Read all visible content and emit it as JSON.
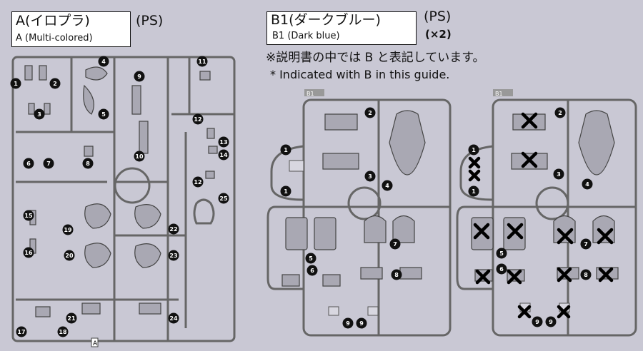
{
  "sheet_a": {
    "title": "A(イロプラ)",
    "subtitle": "A  (Multi-colored)",
    "material": "(PS)"
  },
  "sheet_b": {
    "title": "B1(ダークブルー)",
    "subtitle": "B1  (Dark blue)",
    "material": "(PS)",
    "quantity": "(×2)"
  },
  "note": {
    "jp": "※説明書の中では B と表記しています。",
    "en": "* Indicated with B in this guide."
  },
  "runner_a": {
    "tag": "A",
    "parts": [
      "1",
      "2",
      "3",
      "4",
      "5",
      "6",
      "7",
      "8",
      "9",
      "10",
      "11",
      "12",
      "13",
      "14",
      "12",
      "25",
      "15",
      "19",
      "22",
      "16",
      "20",
      "23",
      "21",
      "24",
      "17",
      "18"
    ]
  },
  "runner_b_left": {
    "tag": "B1",
    "parts": [
      "2",
      "1",
      "1",
      "3",
      "4",
      "5",
      "6",
      "7",
      "8",
      "9",
      "9"
    ]
  },
  "runner_b_right": {
    "tag": "B1",
    "parts": [
      "2",
      "1",
      "1",
      "3",
      "4",
      "5",
      "6",
      "7",
      "8",
      "9",
      "9"
    ]
  }
}
